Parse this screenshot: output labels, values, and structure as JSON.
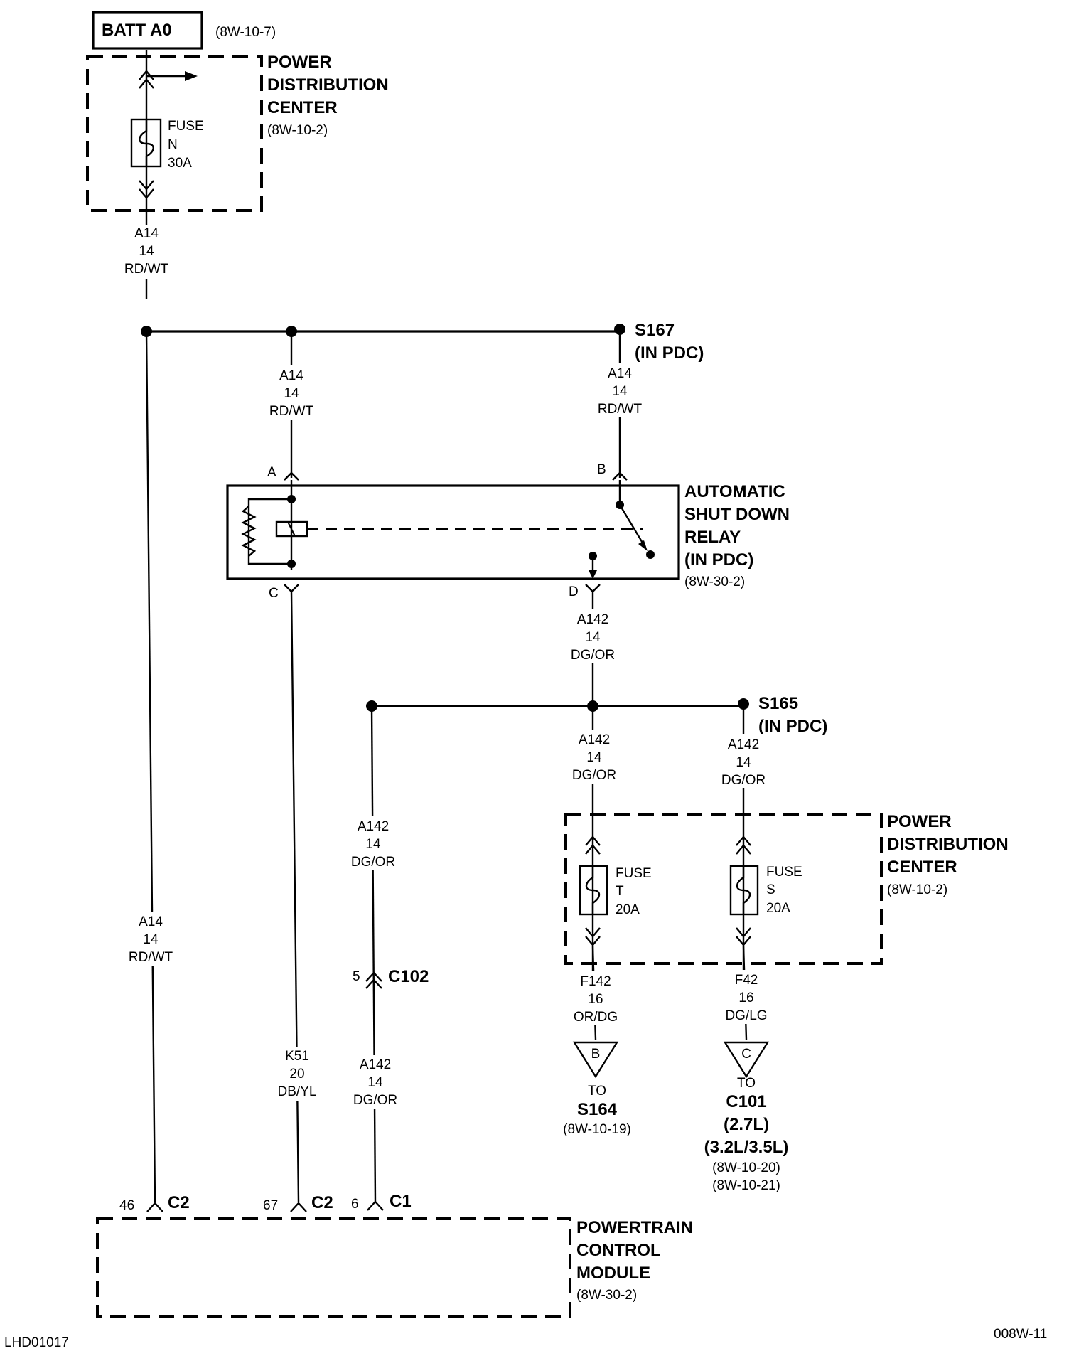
{
  "source": {
    "label": "BATT A0",
    "ref": "(8W-10-7)"
  },
  "pdc_top": {
    "title": [
      "POWER",
      "DISTRIBUTION",
      "CENTER"
    ],
    "ref": "(8W-10-2)",
    "fuse": {
      "label": "FUSE",
      "id": "N",
      "rating": "30A"
    }
  },
  "wires": {
    "a14_main": [
      "A14",
      "14",
      "RD/WT"
    ],
    "a14_relay_a": [
      "A14",
      "14",
      "RD/WT"
    ],
    "a14_relay_b": [
      "A14",
      "14",
      "RD/WT"
    ],
    "a14_pcm": [
      "A14",
      "14",
      "RD/WT"
    ],
    "a142_relay_out": [
      "A142",
      "14",
      "DG/OR"
    ],
    "a142_fuse_t": [
      "A142",
      "14",
      "DG/OR"
    ],
    "a142_fuse_s": [
      "A142",
      "14",
      "DG/OR"
    ],
    "a142_left_upper": [
      "A142",
      "14",
      "DG/OR"
    ],
    "a142_left_lower": [
      "A142",
      "14",
      "DG/OR"
    ],
    "k51": [
      "K51",
      "20",
      "DB/YL"
    ],
    "f142": [
      "F142",
      "16",
      "OR/DG"
    ],
    "f42": [
      "F42",
      "16",
      "DG/LG"
    ]
  },
  "splices": {
    "s167": {
      "name": "S167",
      "loc": "(IN PDC)"
    },
    "s165": {
      "name": "S165",
      "loc": "(IN PDC)"
    }
  },
  "relay": {
    "title": [
      "AUTOMATIC",
      "SHUT DOWN",
      "RELAY",
      "(IN PDC)"
    ],
    "ref": "(8W-30-2)",
    "pins": {
      "a": "A",
      "b": "B",
      "c": "C",
      "d": "D"
    }
  },
  "connector_c102": {
    "name": "C102",
    "pin": "5"
  },
  "pdc_bottom": {
    "title": [
      "POWER",
      "DISTRIBUTION",
      "CENTER"
    ],
    "ref": "(8W-10-2)",
    "fuse_t": {
      "label": "FUSE",
      "id": "T",
      "rating": "20A"
    },
    "fuse_s": {
      "label": "FUSE",
      "id": "S",
      "rating": "20A"
    }
  },
  "dest_b": {
    "marker": "B",
    "to": "TO",
    "name": "S164",
    "refs": [
      "(8W-10-19)"
    ]
  },
  "dest_c": {
    "marker": "C",
    "to": "TO",
    "name": "C101",
    "variants": [
      "(2.7L)",
      "(3.2L/3.5L)"
    ],
    "refs": [
      "(8W-10-20)",
      "(8W-10-21)"
    ]
  },
  "pcm": {
    "title": [
      "POWERTRAIN",
      "CONTROL",
      "MODULE"
    ],
    "ref": "(8W-30-2)",
    "pins": [
      {
        "num": "46",
        "conn": "C2"
      },
      {
        "num": "67",
        "conn": "C2"
      },
      {
        "num": "6",
        "conn": "C1"
      }
    ]
  },
  "footer": {
    "left": "LHD01017",
    "right": "008W-11"
  }
}
